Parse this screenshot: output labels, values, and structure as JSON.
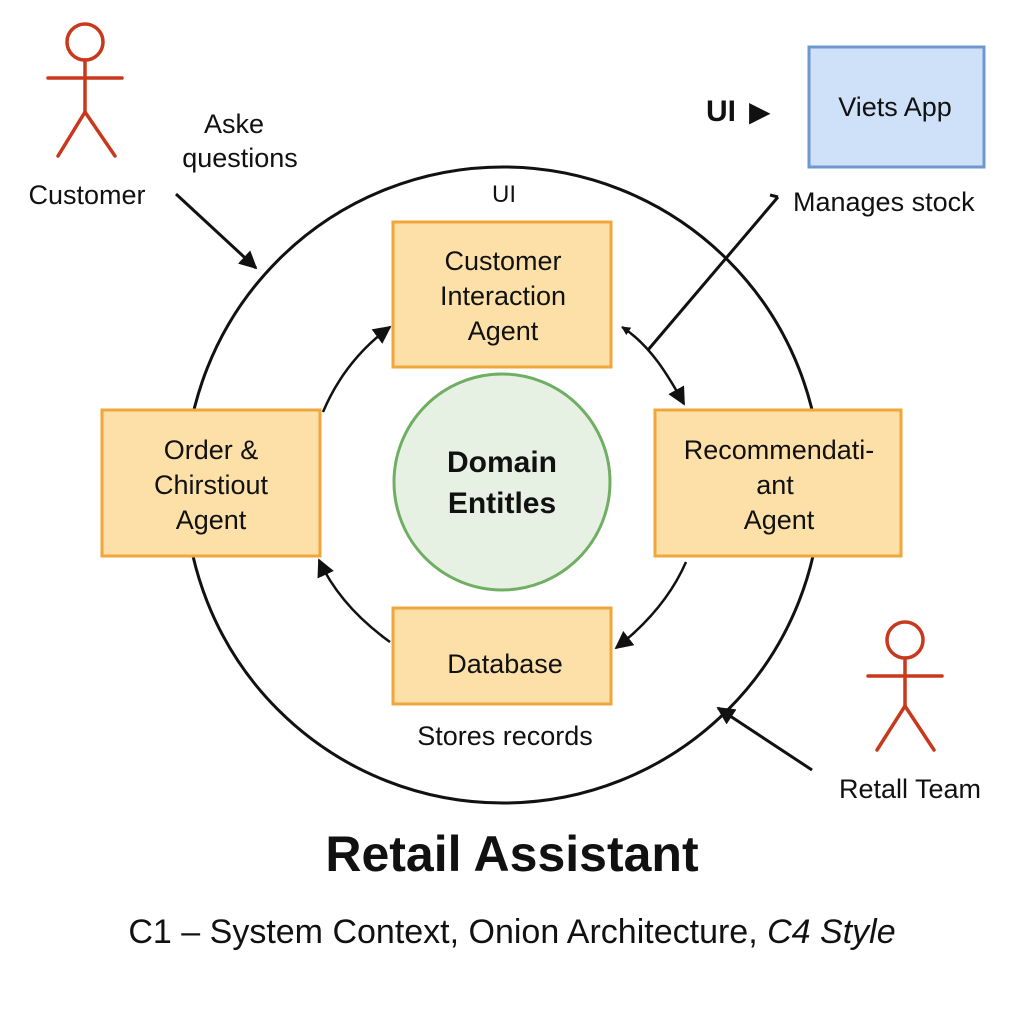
{
  "title": "Retail Assistant",
  "subtitle": {
    "main": "C1 – System Context, Onion Architecture, ",
    "italic": "C4 Style"
  },
  "actors": {
    "customer": {
      "label": "Customer",
      "icon": "person-icon"
    },
    "retail_team": {
      "label": "Retall Team",
      "icon": "person-icon"
    }
  },
  "external_system": {
    "label": "Viets App",
    "ui_label": "UI",
    "ui_arrow_glyph": "▶"
  },
  "edge_labels": {
    "asks_questions": [
      "Aske",
      "questions"
    ],
    "manages_stock": "Manages stock",
    "ui_top": "UI",
    "stores_records": "Stores records"
  },
  "components": {
    "customer_interaction": [
      "Customer",
      "Interaction",
      "Agent"
    ],
    "order_checkout": [
      "Order &",
      "Chirstiout",
      "Agent"
    ],
    "recommendation": [
      "Recommendati-",
      "ant",
      "Agent"
    ],
    "database": [
      "Database"
    ]
  },
  "core": [
    "Domain",
    "Entitles"
  ],
  "colors": {
    "component_fill": "#fde0a8",
    "component_stroke": "#f0a63a",
    "core_fill": "#e6f1e3",
    "core_stroke": "#6fae63",
    "external_fill": "#cfe1f9",
    "external_stroke": "#6e97cf",
    "actor_stroke": "#c8381c",
    "line": "#111111"
  }
}
